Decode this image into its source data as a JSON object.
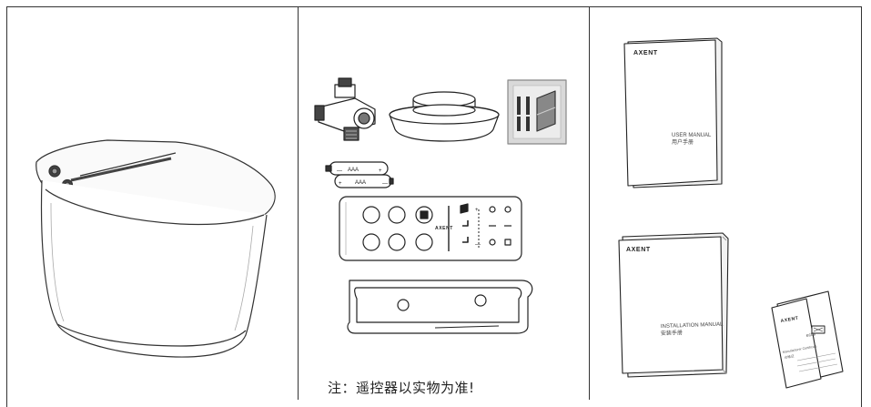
{
  "panels": [
    {
      "name": "smart-toilet"
    },
    {
      "name": "accessories"
    },
    {
      "name": "manuals"
    }
  ],
  "battery_label": "AAA",
  "remote": {
    "brand": "AXENT",
    "plus": "+",
    "minus": "—"
  },
  "manuals": {
    "user_manual": {
      "brand": "AXENT",
      "title_en": "USER MANUAL",
      "title_cn": "用户手册"
    },
    "installation_manual": {
      "brand": "AXENT",
      "title_en": "INSTALLATION MANUAL",
      "title_cn": "安装手册"
    },
    "leaflet": {
      "brand": "AXENT",
      "title": "ector",
      "subtitle": "Manufacturer Certificate",
      "cn": "合格证"
    }
  },
  "note": "注：遥控器以实物为准!",
  "colors": {
    "line": "#333333",
    "background": "#ffffff",
    "gray_fill": "#d9d9d9"
  }
}
